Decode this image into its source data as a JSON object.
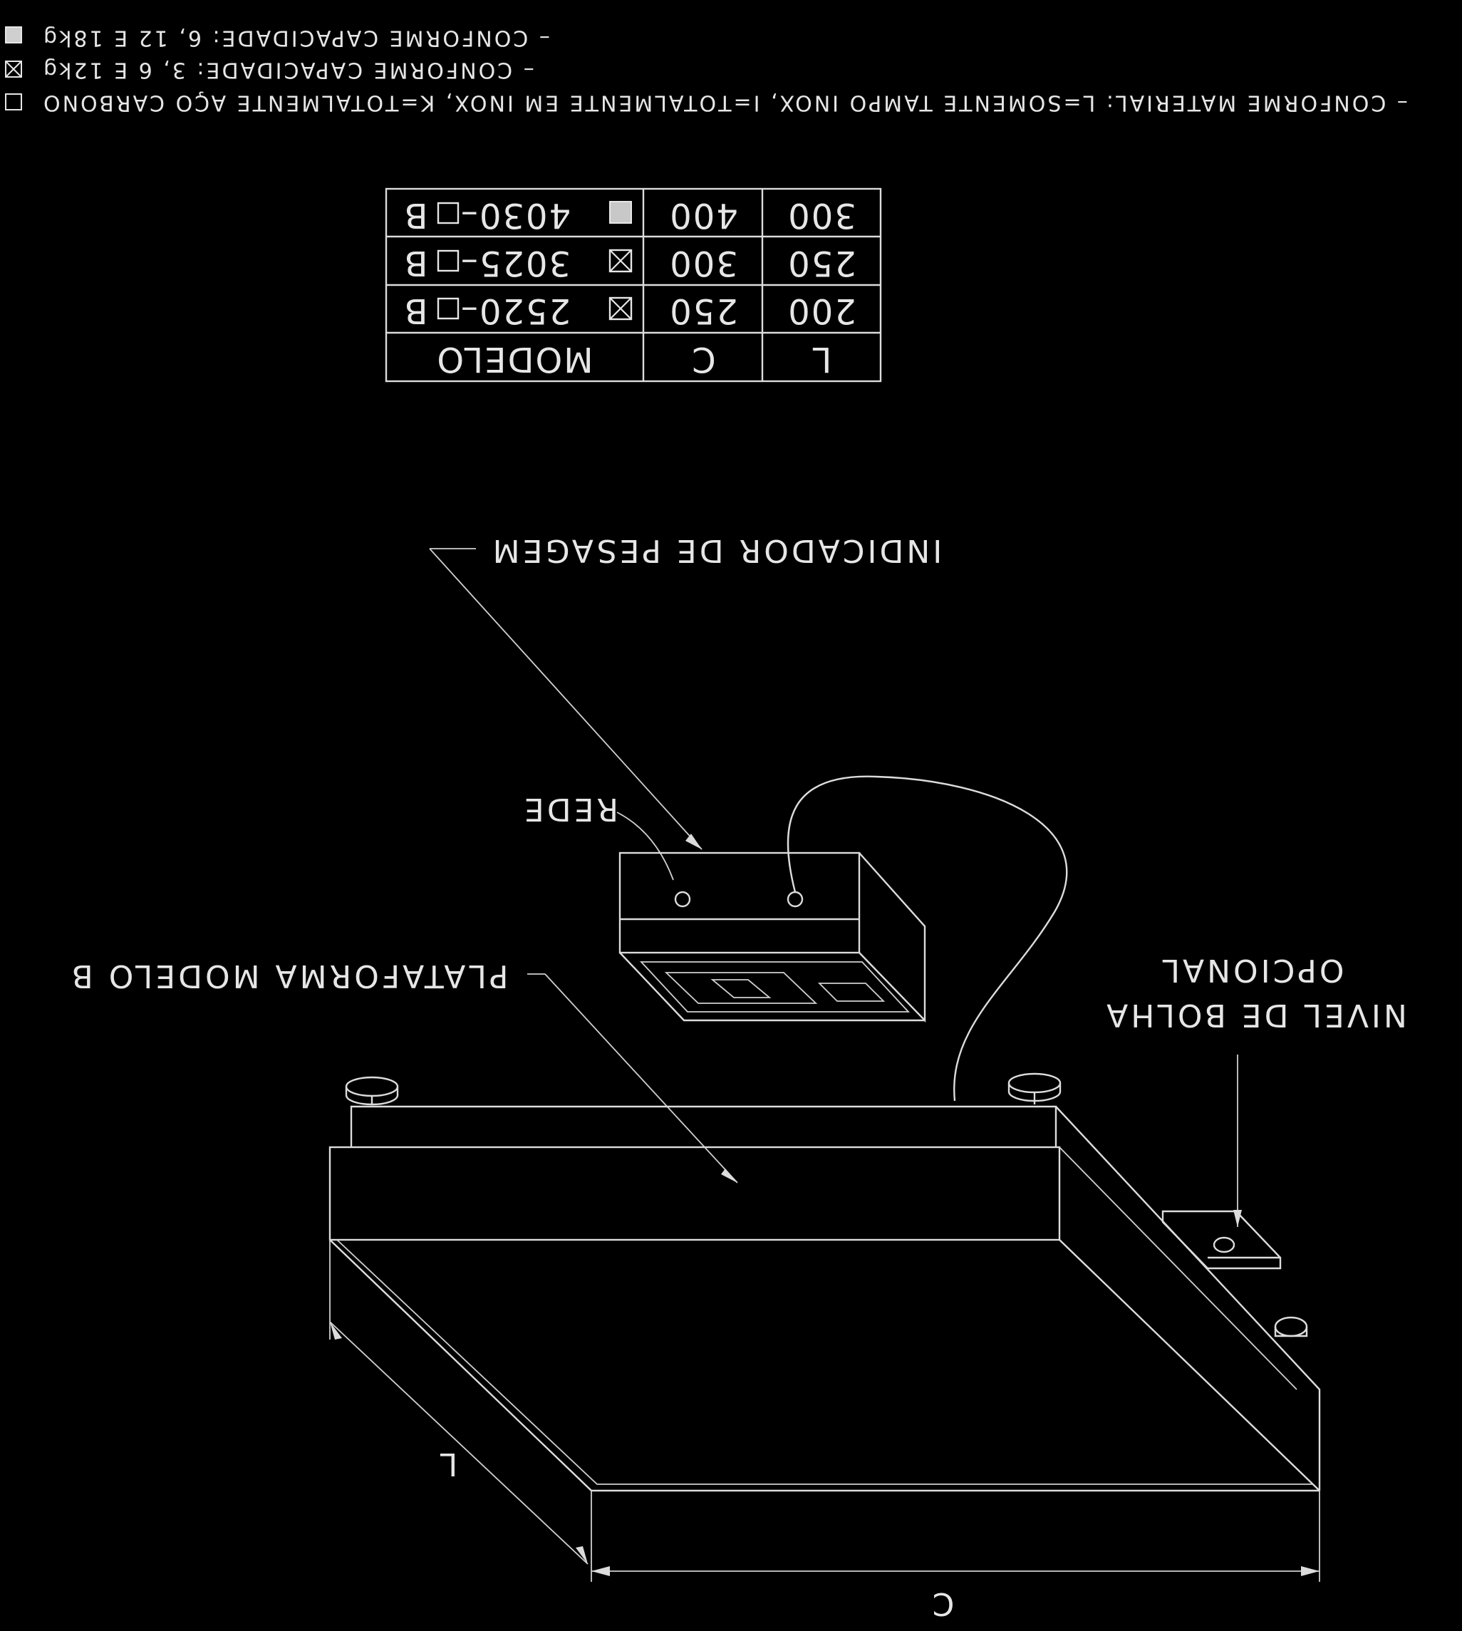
{
  "notes": [
    {
      "symbol": "filled-square",
      "text": "– CONFORME CAPACIDADE: 6, 12 E 18kg"
    },
    {
      "symbol": "crossed-square",
      "text": "– CONFORME CAPACIDADE: 3, 6 E 12kg"
    },
    {
      "symbol": "empty-square",
      "text": "– CONFORME MATERIAL: L=SOMENTE TAMPO INOX, I=TOTALMENTE EM INOX, K=TOTALMENTE AÇO CARBONO"
    }
  ],
  "table": {
    "header": {
      "modelo": "MODELO",
      "c": "C",
      "l": "L"
    },
    "rows": [
      {
        "prefix": "B",
        "code": "4030–",
        "symbol": "filled-square",
        "c": "400",
        "l": "300"
      },
      {
        "prefix": "B",
        "code": "3025–",
        "symbol": "crossed-square",
        "c": "300",
        "l": "250"
      },
      {
        "prefix": "B",
        "code": "2520–",
        "symbol": "crossed-square",
        "c": "250",
        "l": "200"
      }
    ]
  },
  "labels": {
    "indicador": "INDICADOR DE PESAGEM",
    "rede": "REDE",
    "plataforma": "PLATAFORMA MODELO B",
    "opcional": "OPCIONAL",
    "nivel": "NIVEL DE BOLHA",
    "dim_c": "C",
    "dim_l": "L"
  },
  "icons": {
    "symbol_filled": "filled-square-icon",
    "symbol_crossed": "crossed-square-icon",
    "symbol_empty": "empty-square-icon"
  }
}
